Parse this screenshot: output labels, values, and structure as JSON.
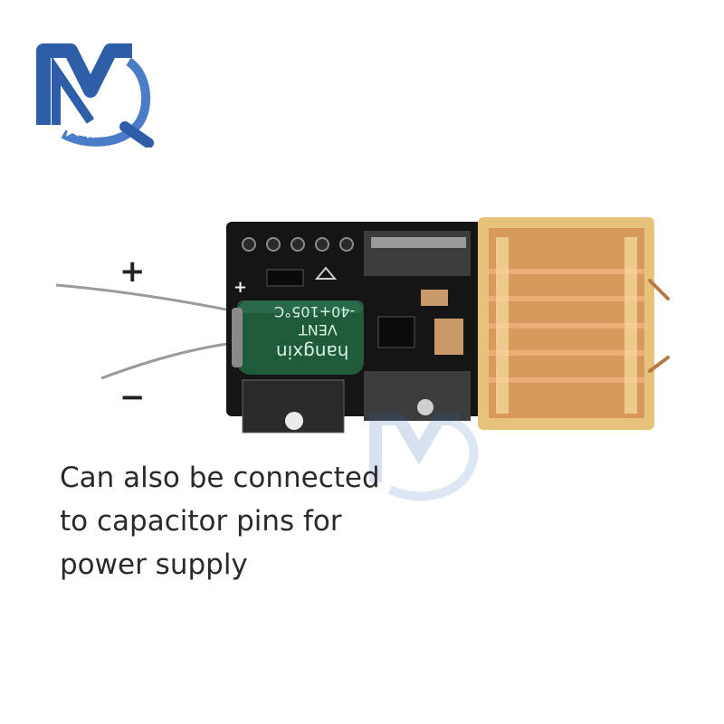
{
  "labels": {
    "plus": "+",
    "minus": "−"
  },
  "caption": {
    "line1": "Can also be connected",
    "line2": "to capacitor pins for",
    "line3": "power supply"
  },
  "capacitor": {
    "brand": "hangxin",
    "line2": "VENT",
    "rating": "-40+105°C",
    "board_plus": "+"
  },
  "colors": {
    "logo_blue": "#2e5ea8",
    "pcb": "#151515",
    "capacitor": "#1f5a3a",
    "copper": "#d2894c",
    "tape": "#e7c27a"
  },
  "icons": {
    "logo": "mq-logo-icon",
    "watermark": "mq-watermark-icon"
  }
}
